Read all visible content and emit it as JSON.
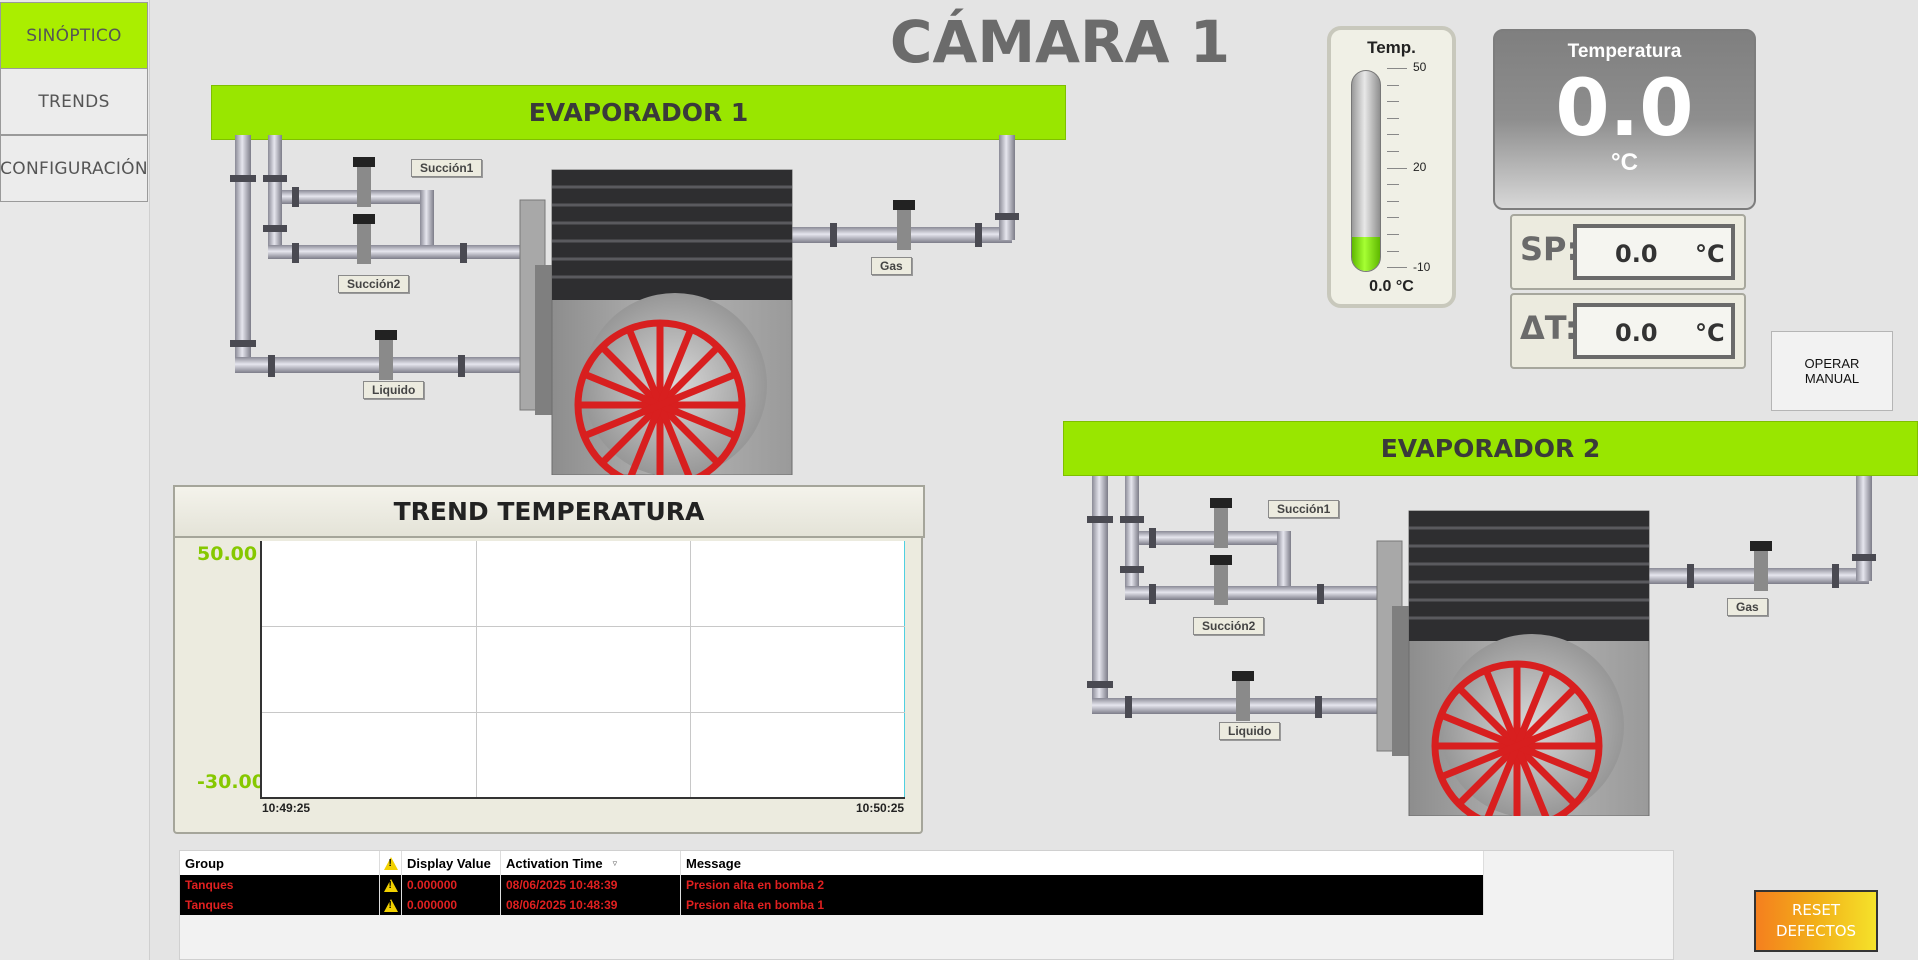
{
  "nav": {
    "items": [
      {
        "label": "SINÓPTICO",
        "active": true
      },
      {
        "label": "TRENDS",
        "active": false
      },
      {
        "label": "CONFIGURACIÓN",
        "active": false
      }
    ]
  },
  "page": {
    "title": "CÁMARA 1"
  },
  "evaporators": [
    {
      "title": "EVAPORADOR 1",
      "valves": {
        "suction1": "Succión1",
        "suction2": "Succión2",
        "liquid": "Liquido",
        "gas": "Gas"
      }
    },
    {
      "title": "EVAPORADOR 2",
      "valves": {
        "suction1": "Succión1",
        "suction2": "Succión2",
        "liquid": "Liquido",
        "gas": "Gas"
      }
    }
  ],
  "thermometer": {
    "title": "Temp.",
    "scale_labels": [
      "50",
      "20",
      "-10"
    ],
    "min": -10,
    "max": 50,
    "fill_fraction": 0.17,
    "reading": "0.0 °C",
    "fill_color": "#8ee01a"
  },
  "temperature": {
    "label": "Temperatura",
    "value": "0.0",
    "unit": "°C"
  },
  "setpoint": {
    "label": "SP:",
    "value": "0.0",
    "unit": "°C"
  },
  "delta": {
    "label": "ΔT:",
    "value": "0.0",
    "unit": "°C"
  },
  "manual_button": {
    "line1": "OPERAR",
    "line2": "MANUAL"
  },
  "trend": {
    "title": "TREND TEMPERATURA",
    "y_max": "50.00",
    "y_min": "-30.00",
    "x_start": "10:49:25",
    "x_end": "10:50:25"
  },
  "alarms": {
    "columns": [
      "Group",
      "Display Value",
      "Activation Time",
      "Message"
    ],
    "rows": [
      {
        "group": "Tanques",
        "value": "0.000000",
        "time": "08/06/2025 10:48:39",
        "message": "Presion alta en bomba 2"
      },
      {
        "group": "Tanques",
        "value": "0.000000",
        "time": "08/06/2025 10:48:39",
        "message": "Presion alta en bomba 1"
      }
    ]
  },
  "reset_button": {
    "line1": "RESET",
    "line2": "DEFECTOS"
  },
  "colors": {
    "accent_green": "#99e600",
    "alarm_red": "#e02020",
    "reset_orange": "#f2b019"
  }
}
